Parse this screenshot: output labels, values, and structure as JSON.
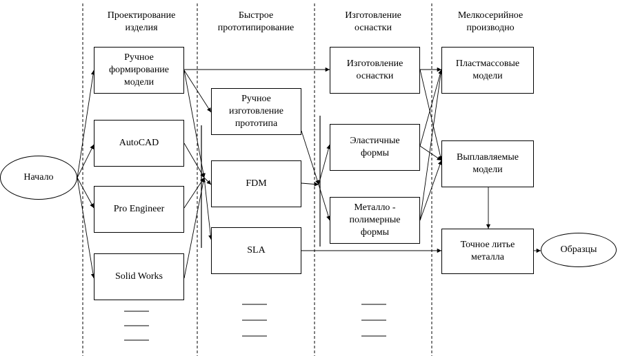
{
  "columns": [
    "Проектирование\nизделия",
    "Быстрое\nпрототипирование",
    "Изготовление\nоснастки",
    "Мелкосерийное\nпроизводно"
  ],
  "start": "Начало",
  "end": "Образцы",
  "design": [
    "Ручное\nформирование\nмодели",
    "AutoCAD",
    "Pro Engineer",
    "Solid Works"
  ],
  "prototyping": [
    "Ручное\nизготовление\nпрототипа",
    "FDM",
    "SLA"
  ],
  "tooling": [
    "Изготовление\nоснастки",
    "Эластичные\nформы",
    "Металло -\nполимерные\nформы"
  ],
  "production": [
    "Пластмассовые\nмодели",
    "Выплавляемые\nмодели",
    "Точное литье\nметалла"
  ]
}
